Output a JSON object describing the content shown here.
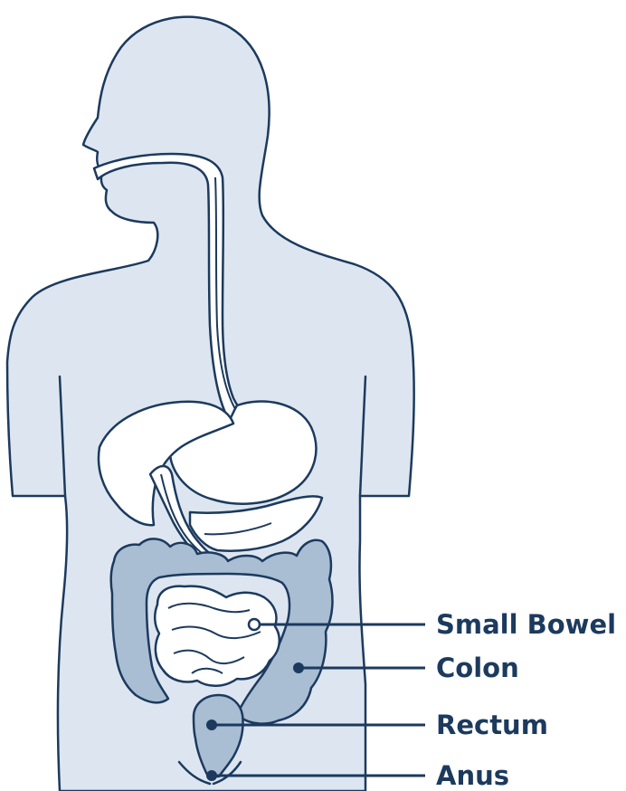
{
  "colors": {
    "outline": "#1c3a5e",
    "body_fill": "#dde6f0",
    "organ_fill": "#ffffff",
    "highlight_fill": "#a9bdd3",
    "label": "#1c3a5e"
  },
  "labels": {
    "small_bowel": "Small Bowel",
    "colon": "Colon",
    "rectum": "Rectum",
    "anus": "Anus"
  }
}
